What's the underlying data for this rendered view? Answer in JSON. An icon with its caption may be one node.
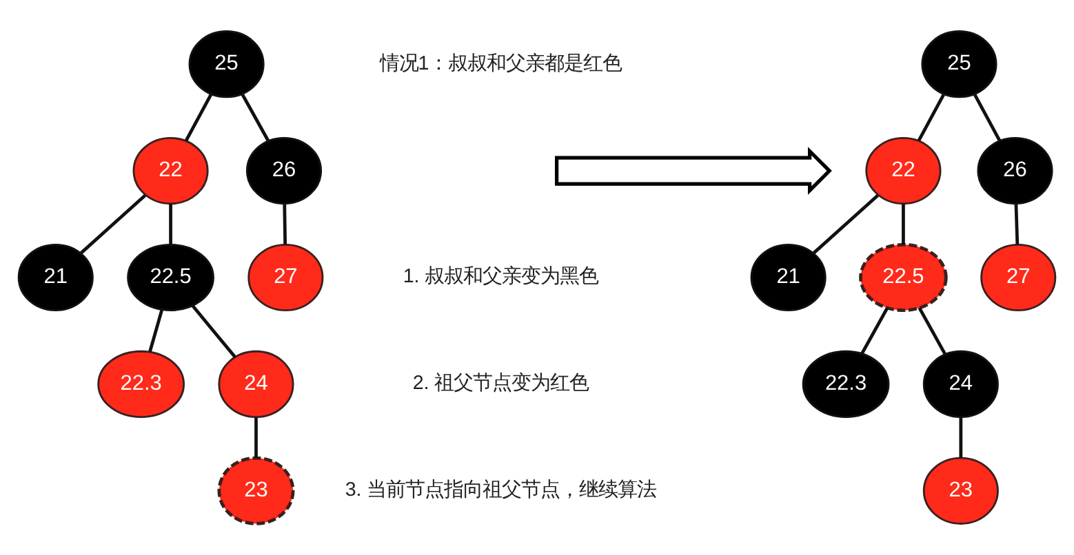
{
  "diagram": {
    "nodes": [
      {
        "text": [
          "25"
        ]
      },
      {
        "text": [
          "22"
        ]
      },
      {
        "text": [
          "26"
        ]
      },
      {
        "text": [
          "21"
        ]
      },
      {
        "text": [
          "22.5"
        ]
      },
      {
        "text": [
          "27"
        ]
      },
      {
        "text": [
          "22.3"
        ]
      },
      {
        "text": [
          "24"
        ]
      },
      {
        "text": [
          "23"
        ]
      },
      {
        "text": [],
        "shape": "arrow"
      },
      {
        "text": [
          "25"
        ]
      },
      {
        "text": [
          "22"
        ]
      },
      {
        "text": [
          "26"
        ]
      },
      {
        "text": [
          "21"
        ]
      },
      {
        "text": [
          "22.5"
        ]
      },
      {
        "text": [
          "27"
        ]
      },
      {
        "text": [
          "22.3"
        ]
      },
      {
        "text": [
          "24"
        ]
      },
      {
        "text": [
          "23"
        ]
      }
    ],
    "edges": [
      {
        "from": 0,
        "to": 1,
        "arrow": "none"
      },
      {
        "from": 0,
        "to": 2,
        "arrow": "none"
      },
      {
        "from": 1,
        "to": 3,
        "arrow": "none"
      },
      {
        "from": 1,
        "to": 4,
        "arrow": "none"
      },
      {
        "from": 2,
        "to": 5,
        "arrow": "none"
      },
      {
        "from": 4,
        "to": 6,
        "arrow": "none"
      },
      {
        "from": 4,
        "to": 7,
        "arrow": "none"
      },
      {
        "from": 7,
        "to": 8,
        "arrow": "none"
      },
      {
        "from": 10,
        "to": 11,
        "arrow": "none"
      },
      {
        "from": 10,
        "to": 12,
        "arrow": "none"
      },
      {
        "from": 11,
        "to": 13,
        "arrow": "none"
      },
      {
        "from": 11,
        "to": 14,
        "arrow": "none"
      },
      {
        "from": 12,
        "to": 15,
        "arrow": "none"
      },
      {
        "from": 14,
        "to": 16,
        "arrow": "none"
      },
      {
        "from": 14,
        "to": 17,
        "arrow": "none"
      },
      {
        "from": 17,
        "to": 18,
        "arrow": "none"
      }
    ],
    "labels": [
      "情况1：叔叔和父亲都是红色",
      "1. 叔叔和父亲变为黑色",
      "2. 祖父节点变为红色",
      "3. 当前节点指向祖父节点，继续算法"
    ]
  }
}
